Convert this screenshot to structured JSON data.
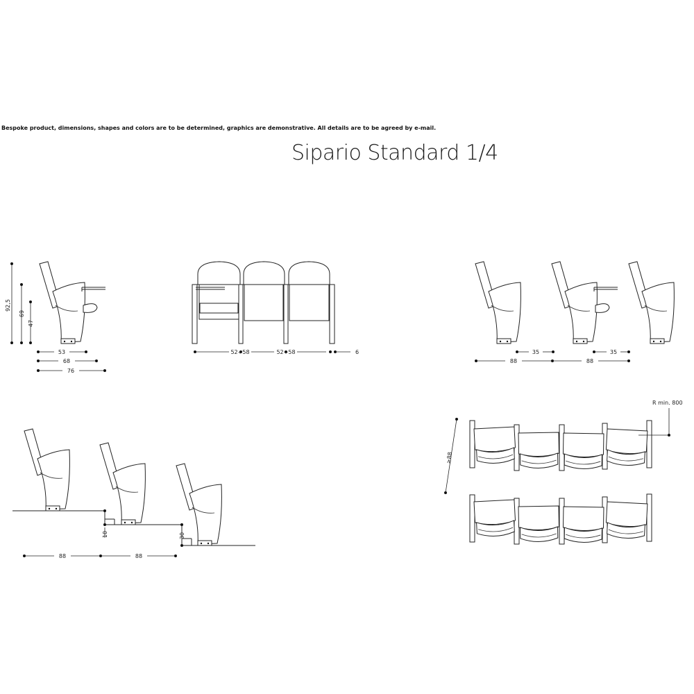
{
  "disclaimer": "Bespoke product, dimensions, shapes and colors are to be determined, graphics are demonstrative. All details are to be agreed by e-mail.",
  "title": "Sipario Standard 1/4",
  "side_view": {
    "height_total": "92,5",
    "height_arm": "69",
    "height_seat": "47",
    "depth_closed": "53",
    "depth_open": "68",
    "depth_tablet": "76"
  },
  "front_view": {
    "seat_width_1": "52÷58",
    "seat_width_2": "52÷58",
    "arm_width": "6"
  },
  "row_spacing": {
    "clearance_1": "35",
    "clearance_2": "35",
    "pitch_1": "88",
    "pitch_2": "88"
  },
  "tiered_view": {
    "step_1": "10",
    "step_2": "30",
    "pitch_1": "88",
    "pitch_2": "88"
  },
  "plan_view": {
    "radius": "R min. 800",
    "row_pitch": "≥88"
  }
}
